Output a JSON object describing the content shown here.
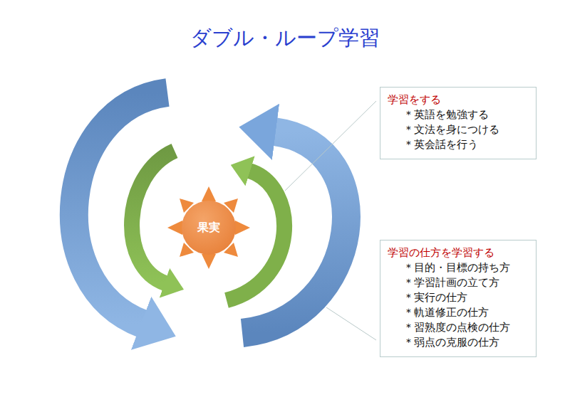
{
  "diagram": {
    "title": "ダブル・ループ学習",
    "nodes": [
      {
        "text": [
          "果実"
        ]
      },
      {
        "text": [
          "学習をする",
          "＊英語を勉強する",
          "＊文法を身につける",
          "＊英会話を行う"
        ]
      },
      {
        "text": [
          "学習の仕方を学習する",
          "＊目的・目標の持ち方",
          "＊学習計画の立て方",
          "＊実行の仕方",
          "＊軌道修正の仕方",
          "＊習熟度の点検の仕方",
          "＊弱点の克服の仕方"
        ]
      }
    ]
  }
}
